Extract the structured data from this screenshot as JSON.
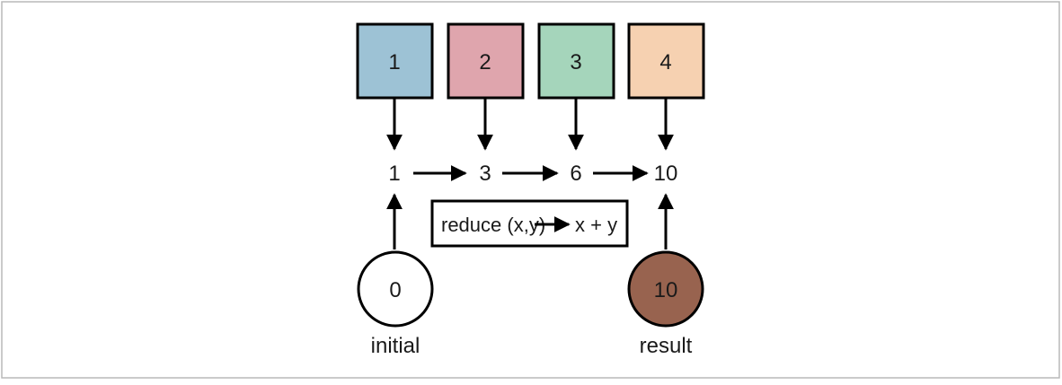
{
  "colors": {
    "box_1": "#9dc2d5",
    "box_2": "#dfa5ad",
    "box_3": "#a5d5bb",
    "box_4": "#f6d1b1",
    "initial_fill": "#ffffff",
    "result_fill": "#98634f"
  },
  "inputs": [
    "1",
    "2",
    "3",
    "4"
  ],
  "running": [
    "1",
    "3",
    "6",
    "10"
  ],
  "operation": {
    "prefix": "reduce (x,y)",
    "expr": "x + y"
  },
  "initial": {
    "value": "0",
    "label": "initial"
  },
  "result": {
    "value": "10",
    "label": "result"
  }
}
